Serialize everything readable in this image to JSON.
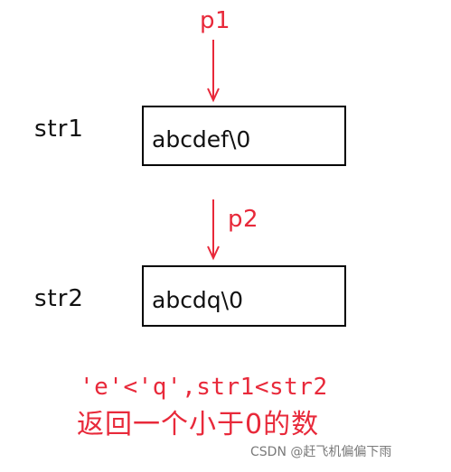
{
  "pointers": {
    "p1_label": "p1",
    "p2_label": "p2"
  },
  "strings": {
    "str1_label": "str1",
    "str1_value": "abcdef\\0",
    "str2_label": "str2",
    "str2_value": "abcdq\\0"
  },
  "caption": {
    "line1": "'e'<'q',str1<str2",
    "line2": "返回一个小于0的数"
  },
  "watermark": "CSDN @赶飞机偏偏下雨",
  "colors": {
    "accent_red": "#e8293a",
    "box_border": "#000000",
    "text_black": "#111111",
    "watermark_gray": "#7a7a7a"
  }
}
